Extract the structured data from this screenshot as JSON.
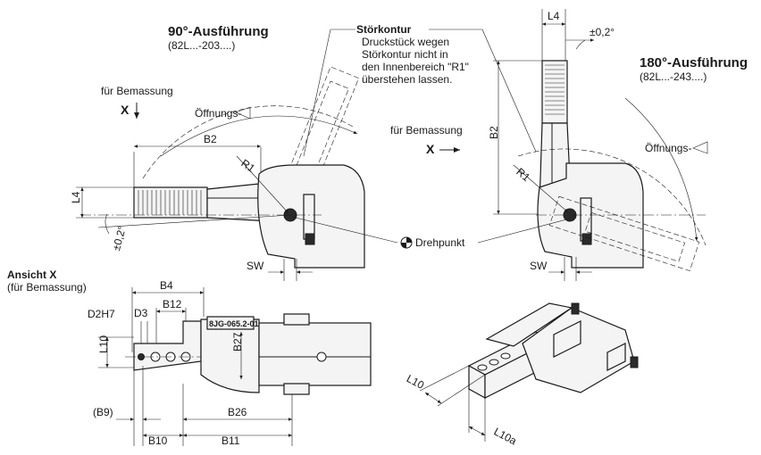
{
  "view90": {
    "title": "90°-Ausführung",
    "code": "(82L...-203....)",
    "measure_label": "für Bemassung",
    "x_label": "X",
    "opening_label": "Öffnungs-",
    "dims": {
      "b2": "B2",
      "l4": "L4",
      "r1": "R1",
      "tol": "±0,2°",
      "sw": "SW"
    }
  },
  "stoerkontur": {
    "title": "Störkontur",
    "lines": [
      "Druckstück wegen",
      "Störkontur nicht in",
      "den Innenbereich \"R1\"",
      "überstehen lassen."
    ]
  },
  "view180": {
    "title": "180°-Ausführung",
    "code": "(82L...-243....)",
    "measure_label": "für Bemassung",
    "x_label": "X",
    "opening_label": "Öffnungs-",
    "dims": {
      "l4": "L4",
      "tol": "±0,2°",
      "b2": "B2",
      "r1": "R1",
      "sw": "SW"
    }
  },
  "pivot_label": "Drehpunkt",
  "ansicht": {
    "title": "Ansicht X",
    "subtitle": "(für Bemassung)",
    "part_label": "8JG-065.2-01",
    "dims": {
      "b4": "B4",
      "d2h7": "D2H7",
      "d3": "D3",
      "b12": "B12",
      "l10": "L10",
      "b27": "B27",
      "b9": "(B9)",
      "b26": "B26",
      "b10": "B10",
      "b11": "B11"
    }
  },
  "iso": {
    "dims": {
      "l10": "L10",
      "l10a": "L10a"
    }
  }
}
